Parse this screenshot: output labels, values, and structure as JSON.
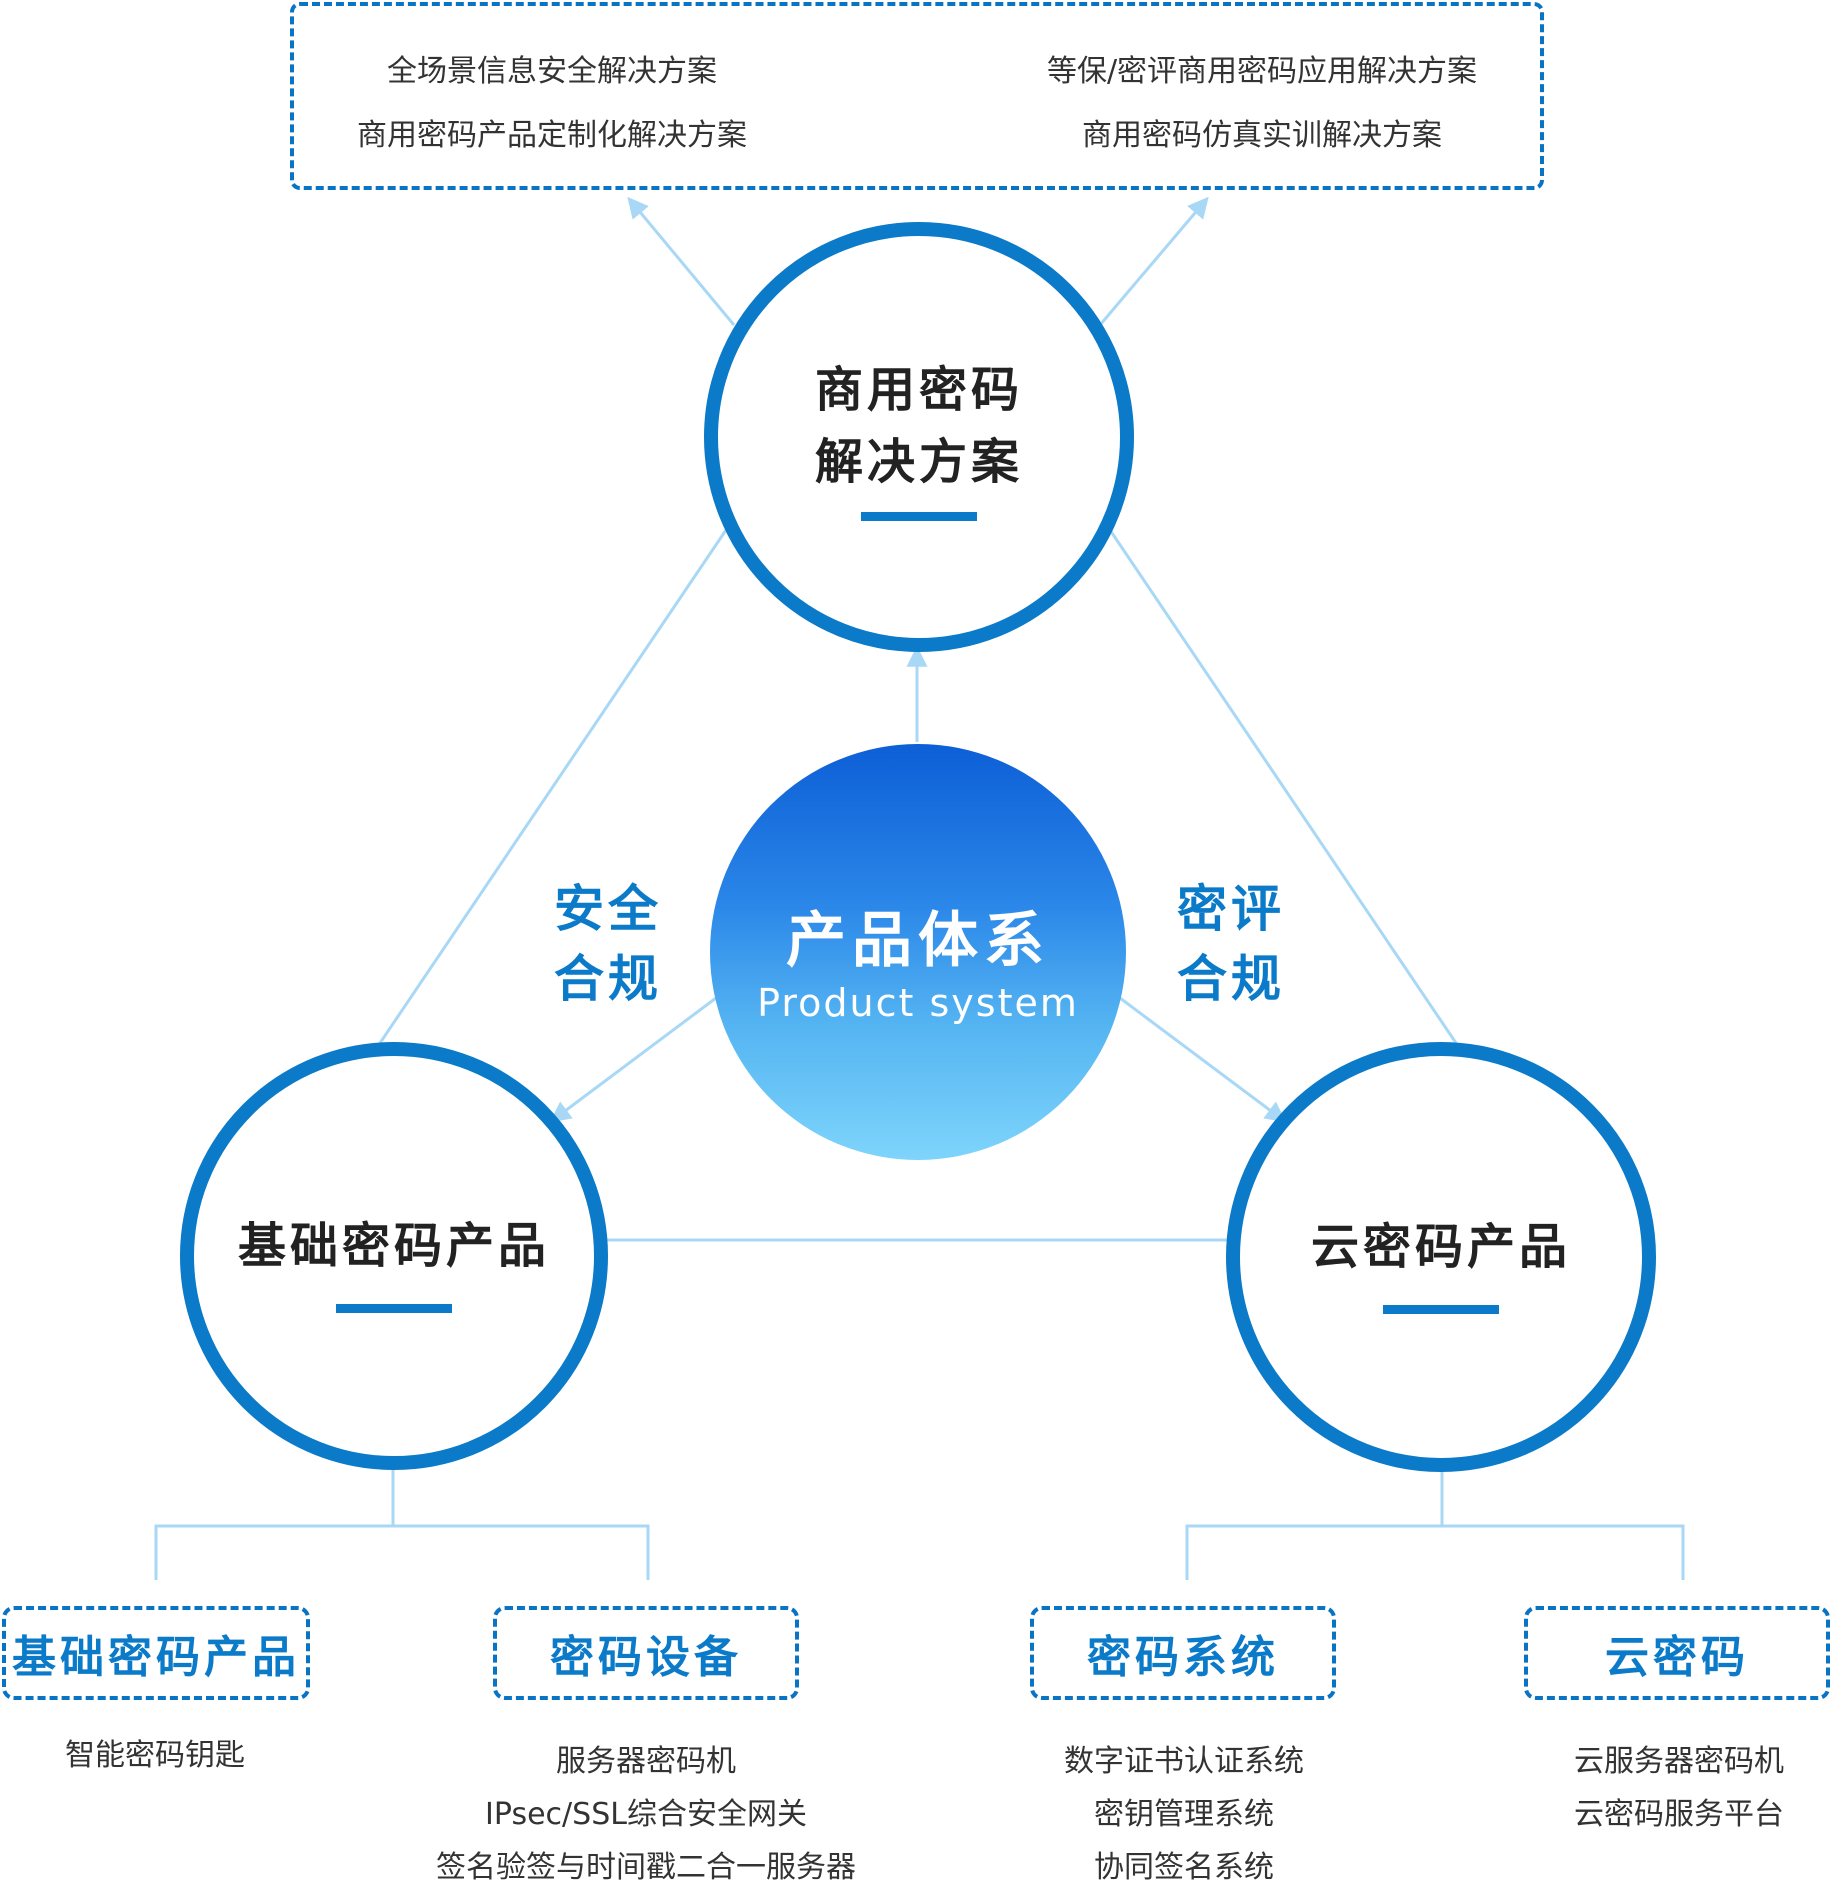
{
  "solutions": {
    "items": [
      "全场景信息安全解决方案",
      "等保/密评商用密码应用解决方案",
      "商用密码产品定制化解决方案",
      "商用密码仿真实训解决方案"
    ]
  },
  "top_circle": {
    "line1": "商用密码",
    "line2": "解决方案"
  },
  "left_circle": {
    "title": "基础密码产品"
  },
  "right_circle": {
    "title": "云密码产品"
  },
  "center": {
    "title": "产品体系",
    "subtitle": "Product system"
  },
  "left_label": {
    "line1": "安全",
    "line2": "合规"
  },
  "right_label": {
    "line1": "密评",
    "line2": "合规"
  },
  "categories": [
    {
      "label": "基础密码产品",
      "items": [
        "智能密码钥匙"
      ]
    },
    {
      "label": "密码设备",
      "items": [
        "服务器密码机",
        "IPsec/SSL综合安全网关",
        "签名验签与时间戳二合一服务器"
      ]
    },
    {
      "label": "密码系统",
      "items": [
        "数字证书认证系统",
        "密钥管理系统",
        "协同签名系统"
      ]
    },
    {
      "label": "云密码",
      "items": [
        "云服务器密码机",
        "云密码服务平台"
      ]
    }
  ],
  "colors": {
    "primary": "#0a7ac9",
    "line": "#a8d8f5"
  }
}
